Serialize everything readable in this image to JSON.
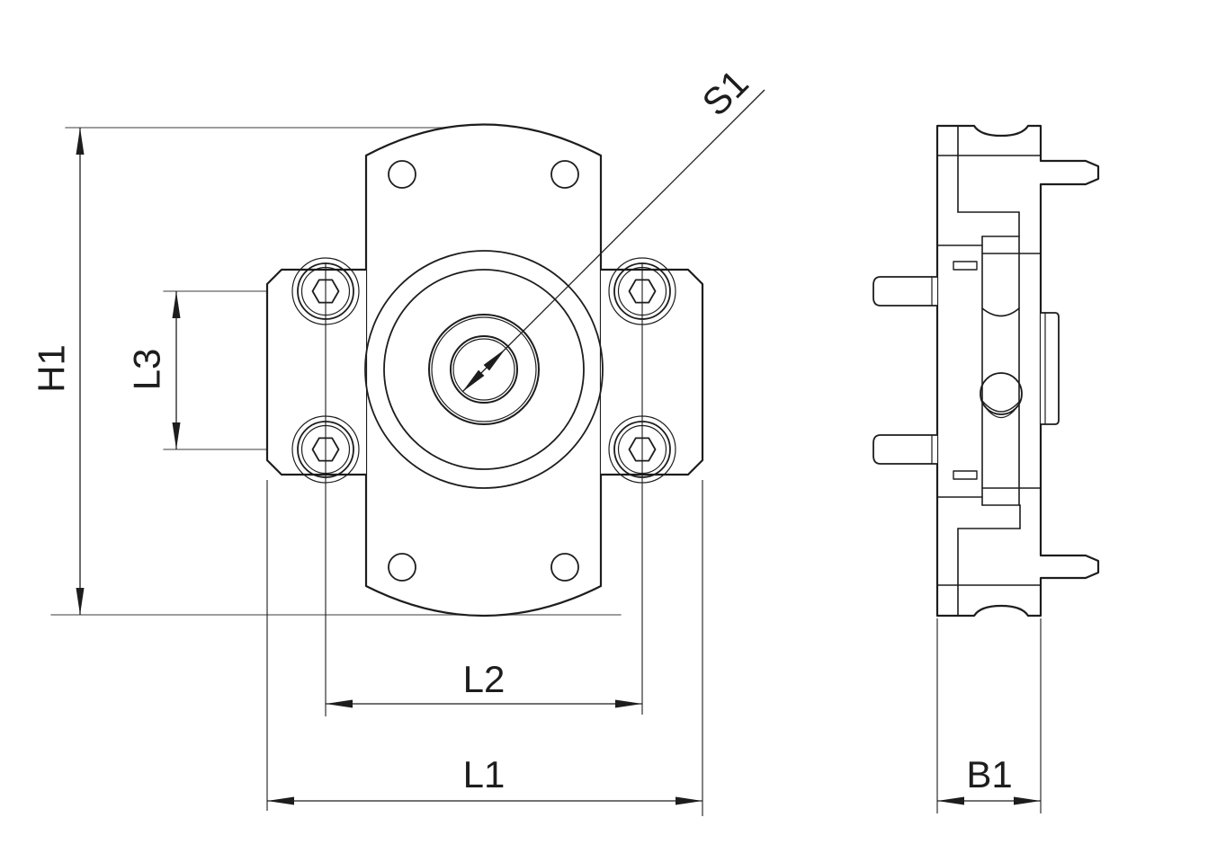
{
  "drawing": {
    "type": "technical-2-view-orthographic",
    "views": {
      "front_label": "",
      "side_label": ""
    },
    "colors": {
      "line": "#1d1d1d",
      "reference_line": "#7d7d7d",
      "background": "#ffffff"
    }
  },
  "dimensions": {
    "h1": "H1",
    "l3": "L3",
    "l2": "L2",
    "l1": "L1",
    "b1": "B1",
    "s1": "S1"
  }
}
